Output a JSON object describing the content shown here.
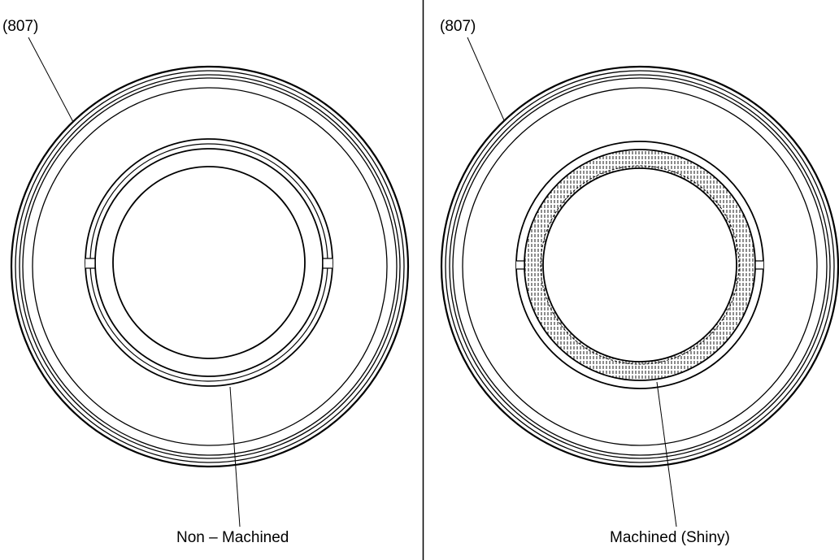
{
  "left_panel": {
    "callout": "(807)",
    "surface_label": "Non – Machined"
  },
  "right_panel": {
    "callout": "(807)",
    "surface_label": "Machined (Shiny)"
  },
  "colors": {
    "line": "#000000",
    "background": "#ffffff"
  }
}
